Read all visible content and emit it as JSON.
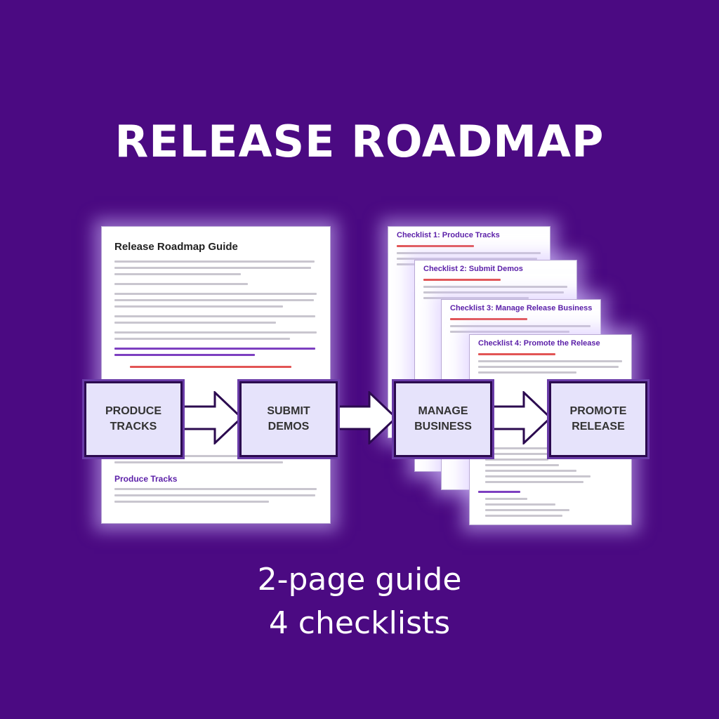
{
  "headline": "RELEASE ROADMAP",
  "guide": {
    "title": "Release Roadmap Guide",
    "section_title": "Produce Tracks"
  },
  "checklists": [
    "Checklist 1: Produce Tracks",
    "Checklist 2: Submit Demos",
    "Checklist 3: Manage Release Business",
    "Checklist 4: Promote the Release"
  ],
  "steps": [
    "PRODUCE\nTRACKS",
    "SUBMIT\nDEMOS",
    "MANAGE\nBUSINESS",
    "PROMOTE\nRELEASE"
  ],
  "subline": {
    "line1": "2-page guide",
    "line2": "4 checklists"
  },
  "colors": {
    "background": "#4b0a82",
    "box_fill": "#e6e3fb",
    "accent": "#5b1fa8"
  }
}
